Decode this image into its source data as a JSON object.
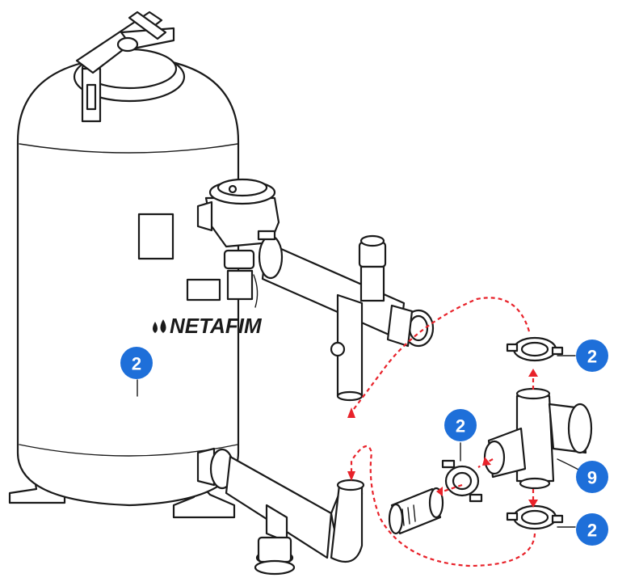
{
  "colors": {
    "badge": "#1e6fd9",
    "arrow": "#e8222a",
    "line": "#1a1a1a"
  },
  "logo": {
    "text": "NETAFIM"
  },
  "callouts": [
    {
      "id": "tank",
      "label": "2"
    },
    {
      "id": "clamp-top",
      "label": "2"
    },
    {
      "id": "clamp-left",
      "label": "2"
    },
    {
      "id": "clamp-bottom",
      "label": "2"
    },
    {
      "id": "cross-fitting",
      "label": "9"
    }
  ]
}
